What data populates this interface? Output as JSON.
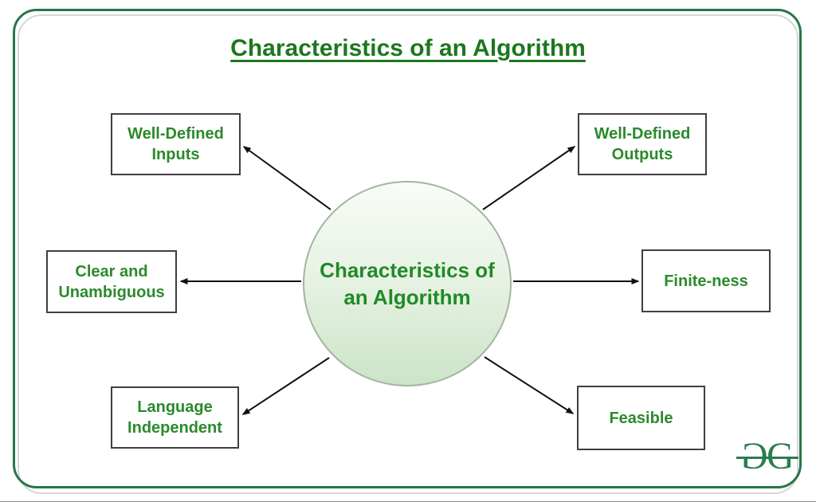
{
  "page": {
    "frame_border_color": "#27764a",
    "frame_shadow_color": "#d6d6d6",
    "background": "#ffffff"
  },
  "title": {
    "text": "Characteristics of an Algorithm",
    "color": "#1d771d"
  },
  "diagram": {
    "center": {
      "label": "Characteristics of an Algorithm",
      "fill_top": "#f8fcf7",
      "fill_bottom": "#cbe4c6",
      "border_color": "#a3b5a3",
      "text_color": "#218a27"
    },
    "nodes": [
      {
        "id": "well-defined-inputs",
        "label": "Well-Defined Inputs",
        "position": "top-left"
      },
      {
        "id": "well-defined-outputs",
        "label": "Well-Defined Outputs",
        "position": "top-right"
      },
      {
        "id": "clear-and-unambiguous",
        "label": "Clear and Unambiguous",
        "position": "middle-left"
      },
      {
        "id": "finite-ness",
        "label": "Finite-ness",
        "position": "middle-right"
      },
      {
        "id": "language-independent",
        "label": "Language Independent",
        "position": "bottom-left"
      },
      {
        "id": "feasible",
        "label": "Feasible",
        "position": "bottom-right"
      }
    ],
    "node_text_color": "#2b8a2b",
    "node_border_color": "#3f3f3f",
    "arrow_color": "#111111",
    "arrow_direction": "center-to-nodes"
  },
  "branding": {
    "logo_letter": "G",
    "logo_color": "#2b7d4f"
  }
}
